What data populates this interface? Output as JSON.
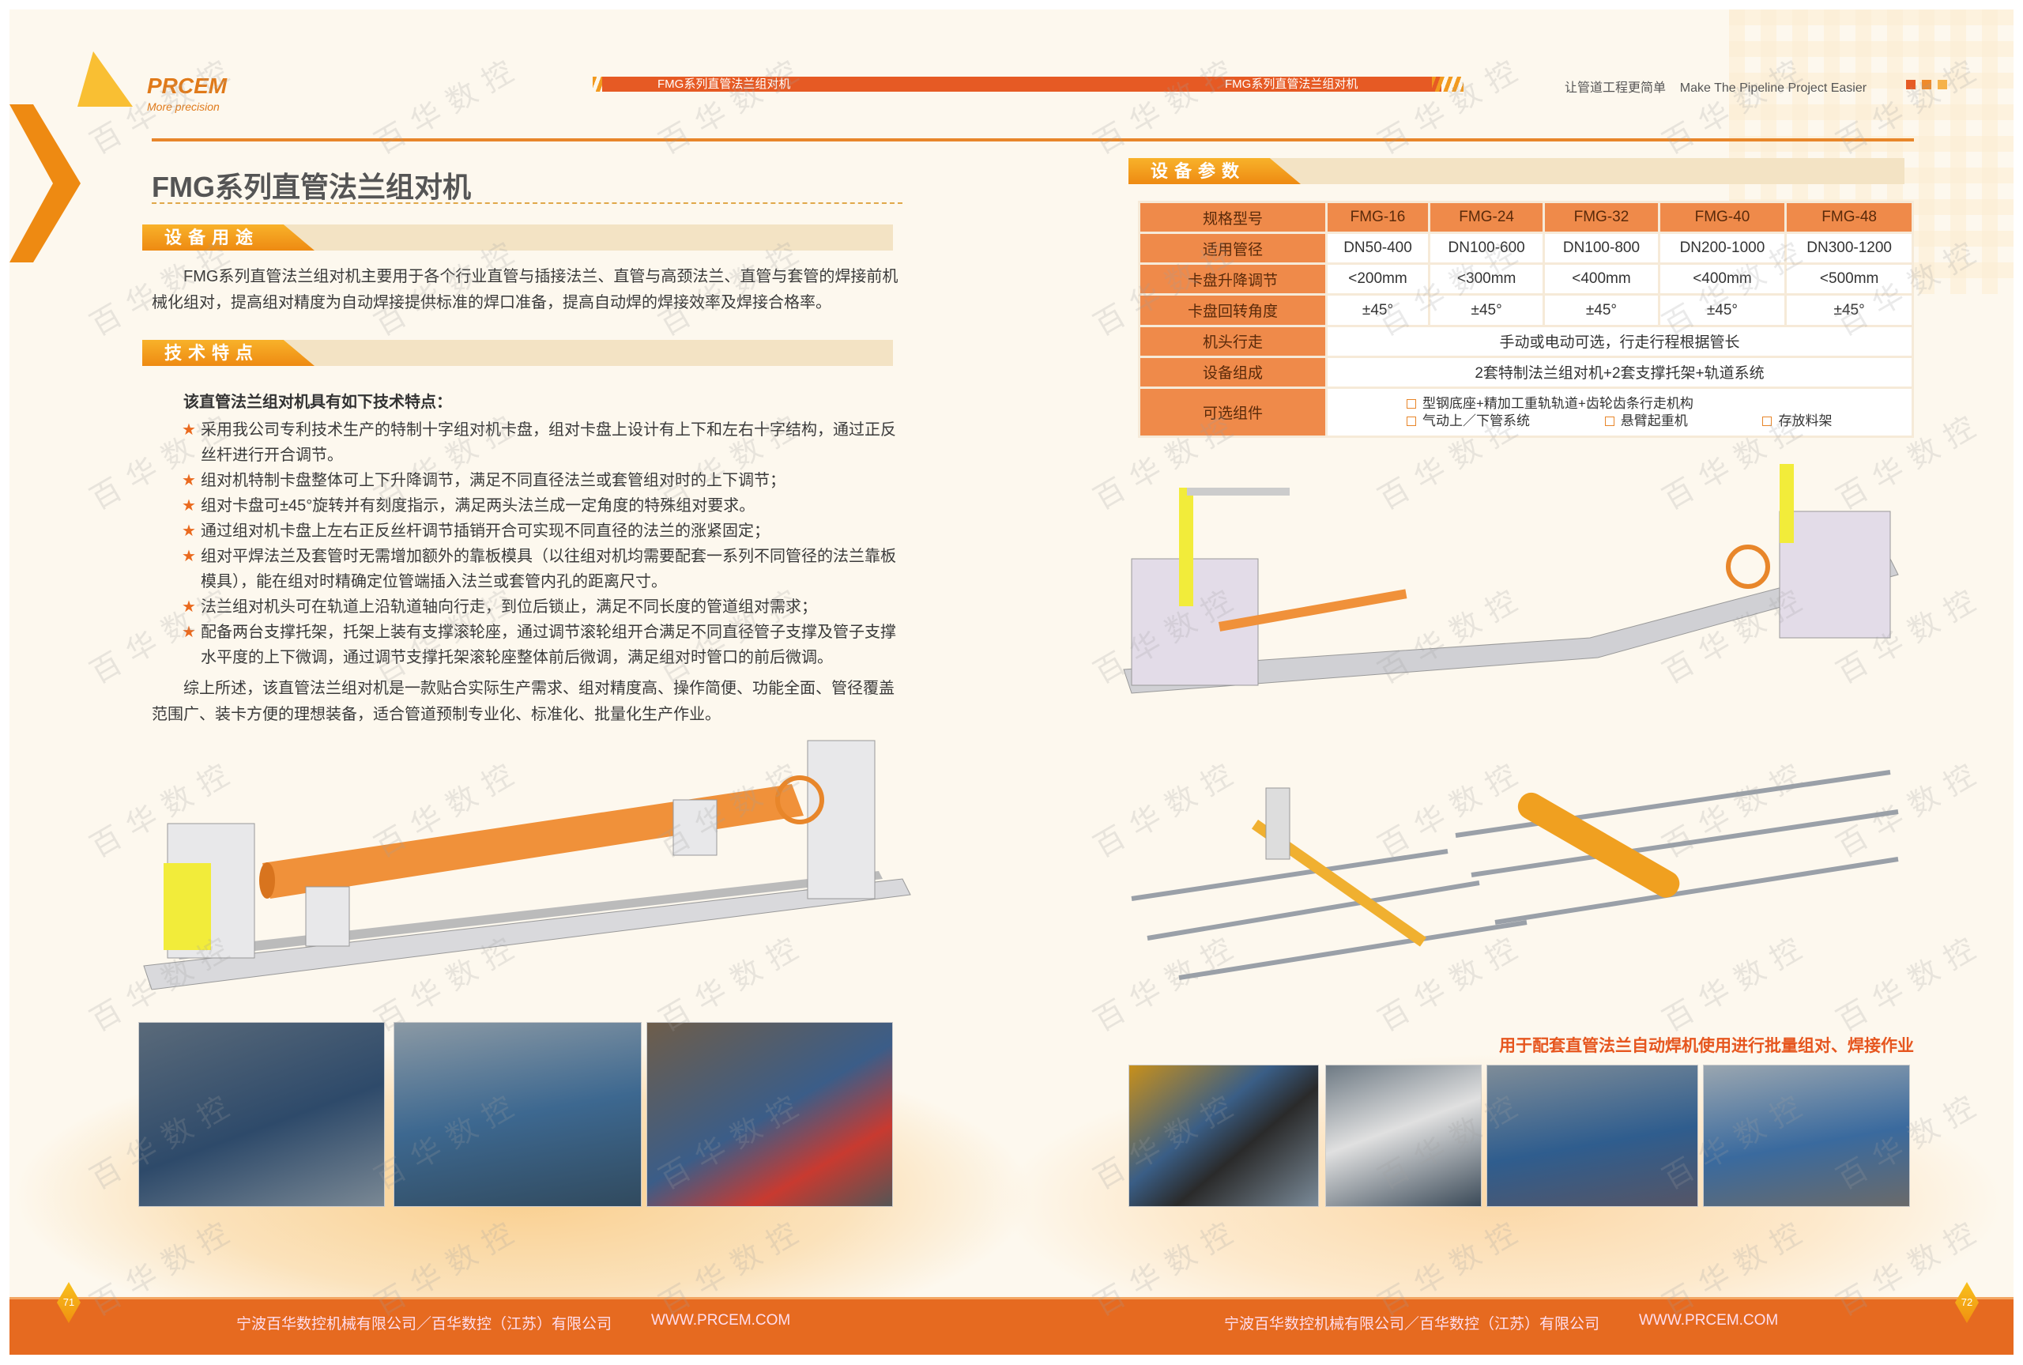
{
  "logo": {
    "brand": "PRCEM",
    "slogan": "More precision"
  },
  "header": {
    "left_bar": "FMG系列直管法兰组对机",
    "right_bar": "FMG系列直管法兰组对机",
    "tagline_cn": "让管道工程更简单",
    "tagline_en": "Make The Pipeline Project Easier"
  },
  "left": {
    "title": "FMG系列直管法兰组对机",
    "usage": {
      "heading": "设备用途",
      "text": "FMG系列直管法兰组对机主要用于各个行业直管与插接法兰、直管与高颈法兰、直管与套管的焊接前机械化组对，提高组对精度为自动焊接提供标准的焊口准备，提高自动焊的焊接效率及焊接合格率。"
    },
    "features": {
      "heading": "技术特点",
      "intro": "该直管法兰组对机具有如下技术特点：",
      "items": [
        "采用我公司专利技术生产的特制十字组对机卡盘，组对卡盘上设计有上下和左右十字结构，通过正反丝杆进行开合调节。",
        "组对机特制卡盘整体可上下升降调节，满足不同直径法兰或套管组对时的上下调节；",
        "组对卡盘可±45°旋转并有刻度指示，满足两头法兰成一定角度的特殊组对要求。",
        "通过组对机卡盘上左右正反丝杆调节插销开合可实现不同直径的法兰的涨紧固定；",
        "组对平焊法兰及套管时无需增加额外的靠板模具（以往组对机均需要配套一系列不同管径的法兰靠板模具），能在组对时精确定位管端插入法兰或套管内孔的距离尺寸。",
        "法兰组对机头可在轨道上沿轨道轴向行走，到位后锁止，满足不同长度的管道组对需求；",
        "配备两台支撑托架，托架上装有支撑滚轮座，通过调节滚轮组开合满足不同直径管子支撑及管子支撑水平度的上下微调，通过调节支撑托架滚轮座整体前后微调，满足组对时管口的前后微调。"
      ],
      "summary": "综上所述，该直管法兰组对机是一款贴合实际生产需求、组对精度高、操作简便、功能全面、管径覆盖范围广、装卡方便的理想装备，适合管道预制专业化、标准化、批量化生产作业。"
    }
  },
  "right": {
    "params_heading": "设备参数",
    "table": {
      "header": [
        "规格型号",
        "FMG-16",
        "FMG-24",
        "FMG-32",
        "FMG-40",
        "FMG-48"
      ],
      "rows": [
        [
          "适用管径",
          "DN50-400",
          "DN100-600",
          "DN100-800",
          "DN200-1000",
          "DN300-1200"
        ],
        [
          "卡盘升降调节",
          "<200mm",
          "<300mm",
          "<400mm",
          "<400mm",
          "<500mm"
        ],
        [
          "卡盘回转角度",
          "±45°",
          "±45°",
          "±45°",
          "±45°",
          "±45°"
        ]
      ],
      "travel": {
        "label": "机头行走",
        "value": "手动或电动可选，行走行程根据管长"
      },
      "composition": {
        "label": "设备组成",
        "value": "2套特制法兰组对机+2套支撑托架+轨道系统"
      },
      "options": {
        "label": "可选组件",
        "items": [
          "型钢底座+精加工重轨轨道+齿轮齿条行走机构",
          "气动上／下管系统",
          "悬臂起重机",
          "存放料架"
        ]
      }
    },
    "caption": "用于配套直管法兰自动焊机使用进行批量组对、焊接作业"
  },
  "footer": {
    "left_company": "宁波百华数控机械有限公司／百华数控（江苏）有限公司",
    "left_url": "WWW.PRCEM.COM",
    "right_company": "宁波百华数控机械有限公司／百华数控（江苏）有限公司",
    "right_url": "WWW.PRCEM.COM",
    "page_left": "71",
    "page_right": "72"
  },
  "watermark": "百华数控",
  "colors": {
    "accent": "#e65a24",
    "orange": "#ef8a4a",
    "gold": "#f8b22a",
    "background": "#fdf8ee"
  }
}
